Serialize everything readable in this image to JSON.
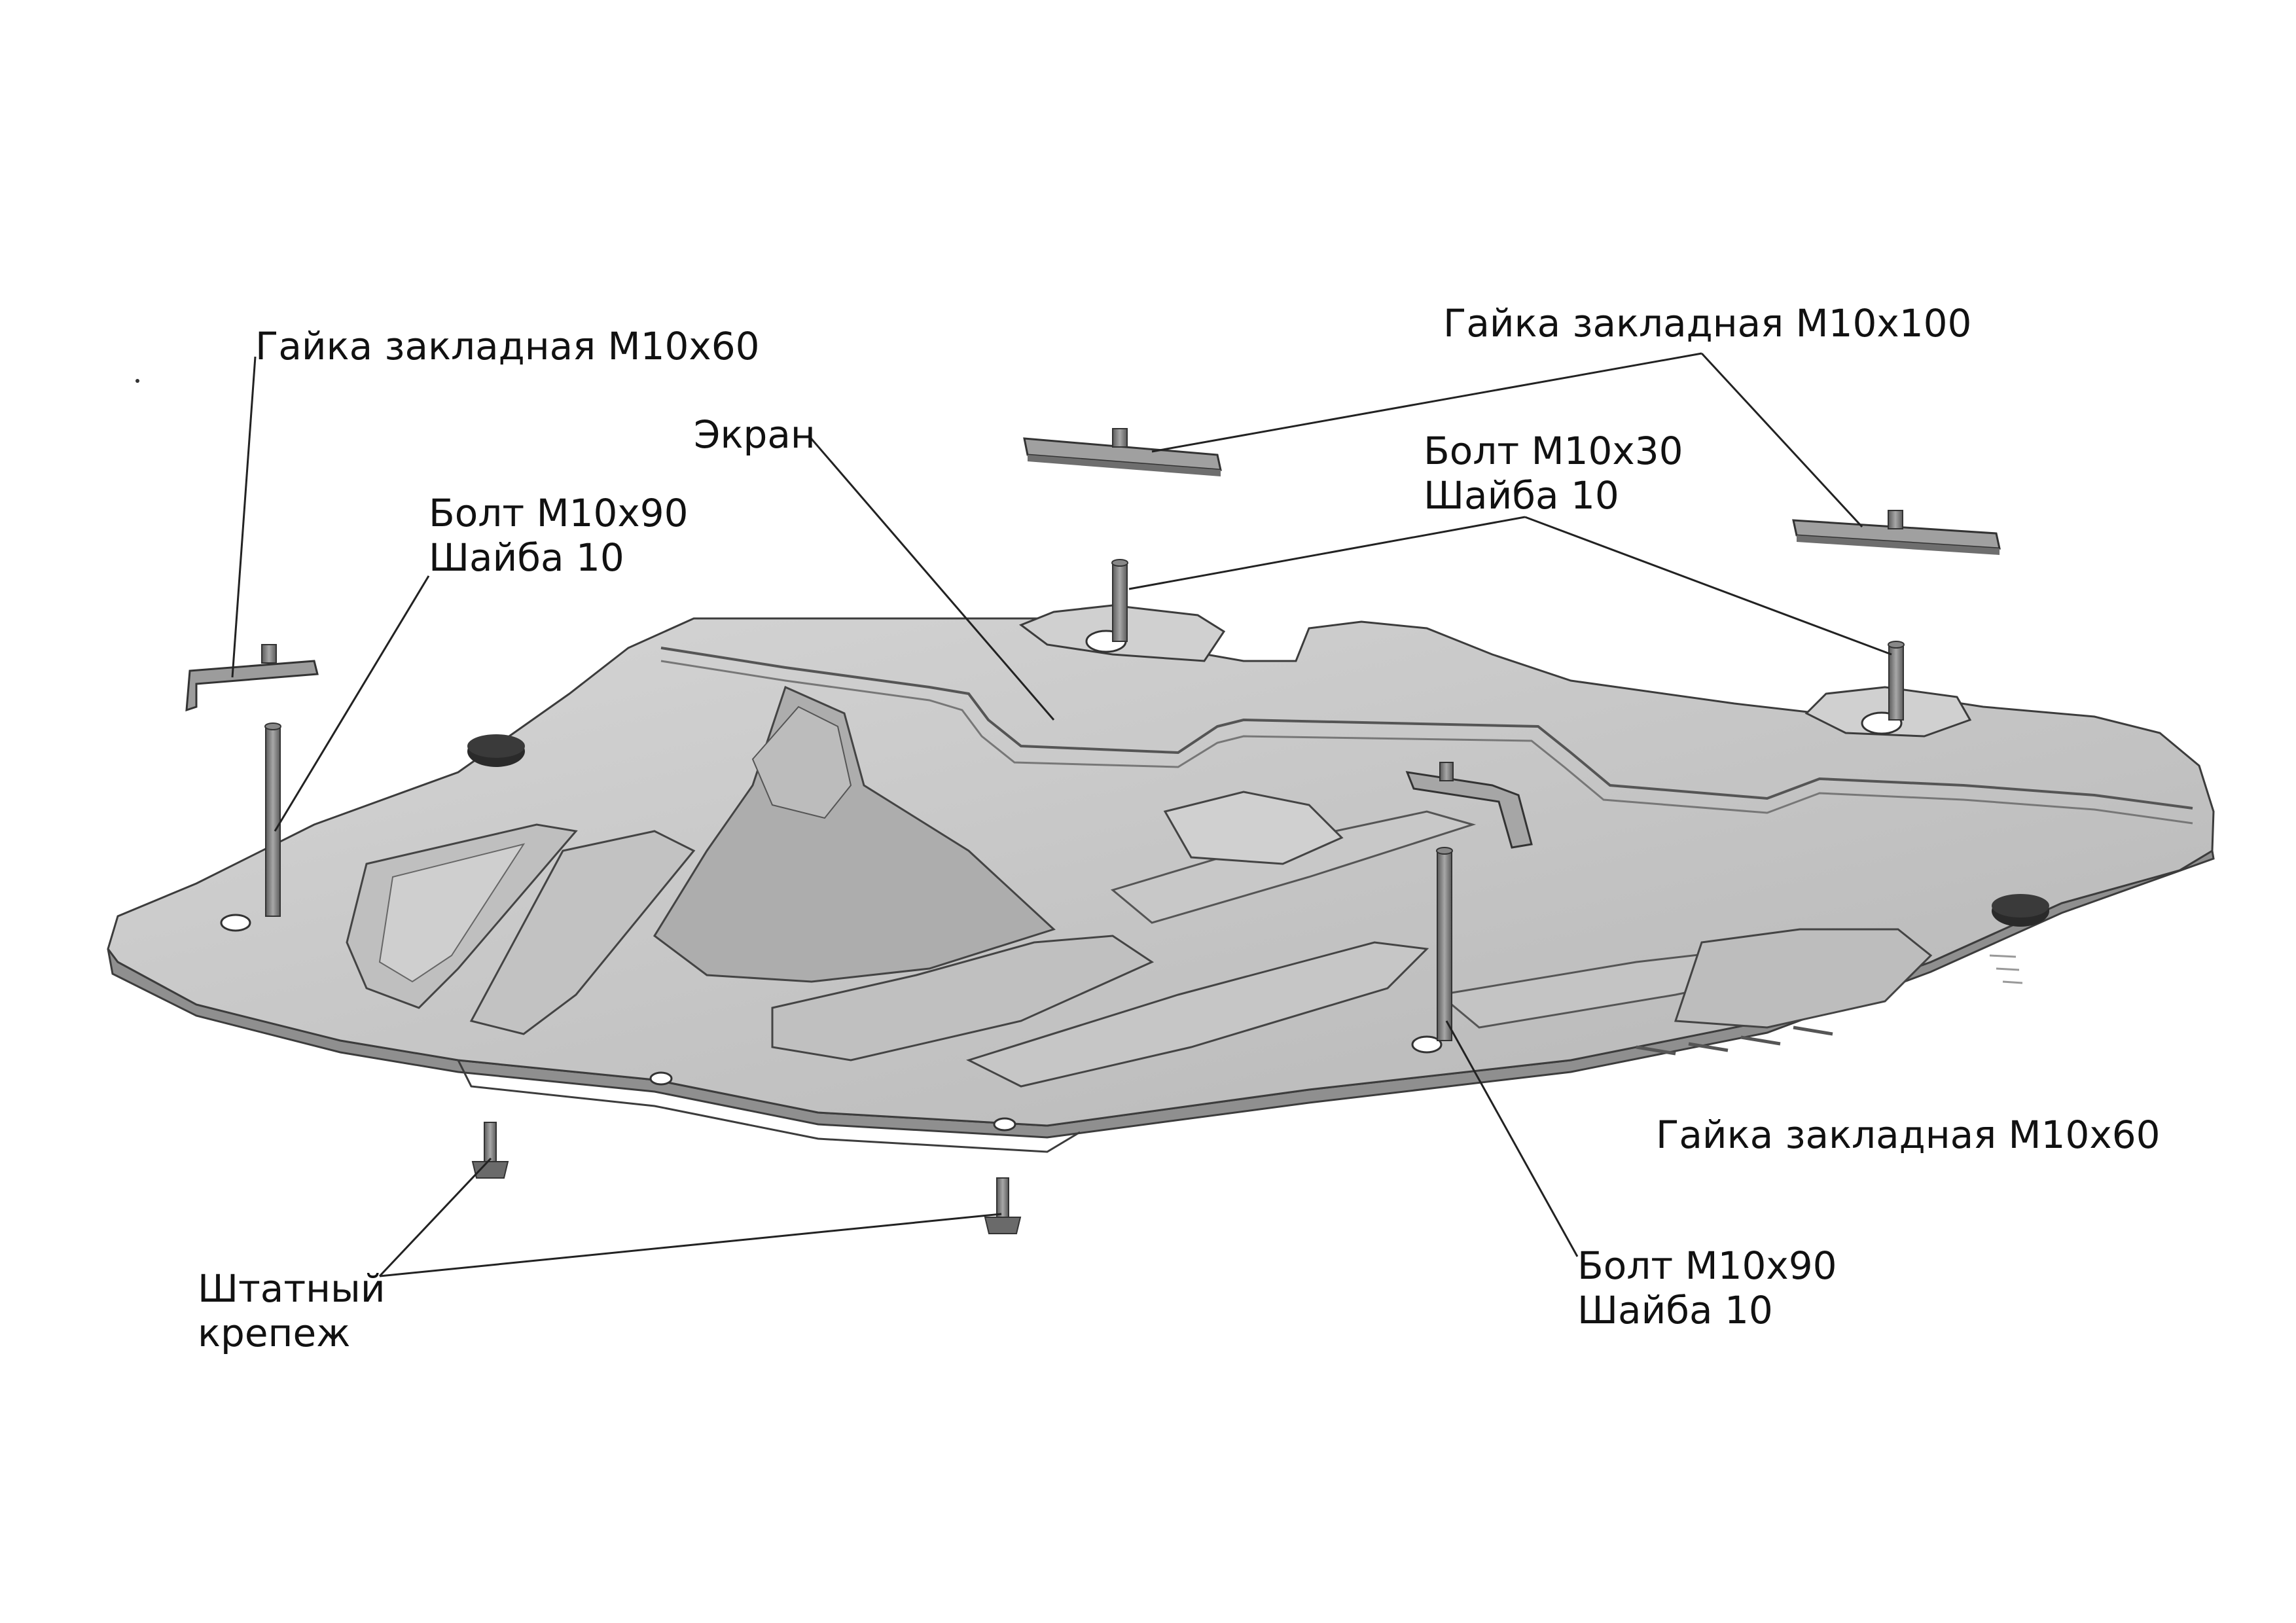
{
  "labels": {
    "nut_m10x60_top": "Гайка закладная М10х60",
    "nut_m10x100": "Гайка закладная М10х100",
    "screen": "Экран",
    "bolt_m10x30": {
      "line1": "Болт М10х30",
      "line2": "Шайба 10"
    },
    "bolt_m10x90_left": {
      "line1": "Болт М10х90",
      "line2": "Шайба 10"
    },
    "nut_m10x60_right": "Гайка закладная М10х60",
    "bolt_m10x90_right": {
      "line1": "Болт М10х90",
      "line2": "Шайба 10"
    },
    "standard_fastener": {
      "line1": "Штатный",
      "line2": "крепеж"
    }
  },
  "colors": {
    "plate_fill": "#c8c8c8",
    "plate_dark": "#9a9a9a",
    "plate_light": "#e2e2e2",
    "edge": "#3c3c3c",
    "leader": "#222222",
    "hardware": "#7a7a7a"
  }
}
